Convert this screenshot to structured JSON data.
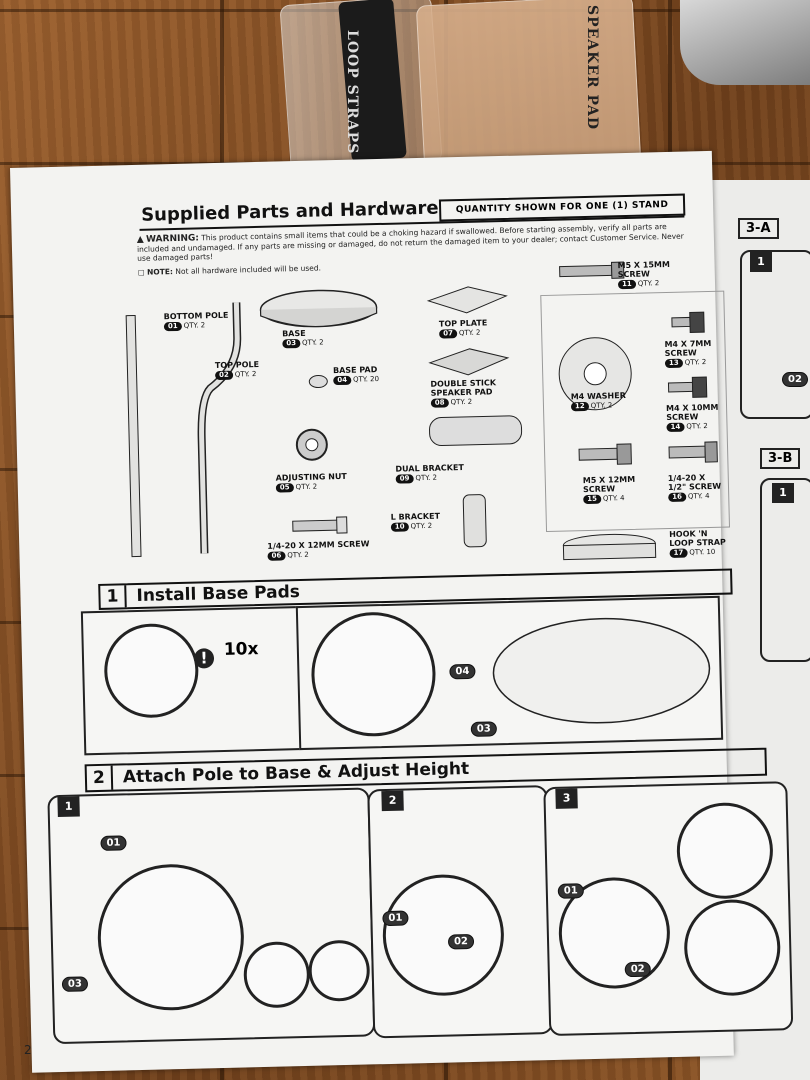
{
  "bags": {
    "straps_label": "LOOP STRAPS",
    "pad_label": "SPEAKER PAD"
  },
  "manual": {
    "title": "Supplied Parts and Hardware",
    "quantity_note": "QUANTITY SHOWN FOR ONE (1) STAND",
    "warning_label": "WARNING:",
    "warning_text": "This product contains small items that could be a choking hazard if swallowed. Before starting assembly, verify all parts are included and undamaged. If any parts are missing or damaged, do not return the damaged item to your dealer; contact Customer Service. Never use damaged parts!",
    "note_label": "NOTE:",
    "note_text": "Not all hardware included will be used.",
    "parts": [
      {
        "num": "01",
        "name": "BOTTOM POLE",
        "qty": "qty. 2"
      },
      {
        "num": "02",
        "name": "TOP POLE",
        "qty": "qty. 2"
      },
      {
        "num": "03",
        "name": "BASE",
        "qty": "qty. 2"
      },
      {
        "num": "04",
        "name": "BASE PAD",
        "qty": "qty. 20"
      },
      {
        "num": "05",
        "name": "ADJUSTING NUT",
        "qty": "qty. 2"
      },
      {
        "num": "06",
        "name": "1/4-20 X 12MM SCREW",
        "qty": "qty. 2"
      },
      {
        "num": "07",
        "name": "TOP PLATE",
        "qty": "qty. 2"
      },
      {
        "num": "08",
        "name": "DOUBLE STICK SPEAKER PAD",
        "qty": "qty. 2"
      },
      {
        "num": "09",
        "name": "DUAL BRACKET",
        "qty": "qty. 2"
      },
      {
        "num": "10",
        "name": "L BRACKET",
        "qty": "qty. 2"
      },
      {
        "num": "11",
        "name": "M5 X 15MM SCREW",
        "qty": "qty. 2"
      },
      {
        "num": "12",
        "name": "M4 WASHER",
        "qty": "qty. 2"
      },
      {
        "num": "13",
        "name": "M4 X 7MM SCREW",
        "qty": "qty. 2"
      },
      {
        "num": "14",
        "name": "M4 X 10MM SCREW",
        "qty": "qty. 2"
      },
      {
        "num": "15",
        "name": "M5 X 12MM SCREW",
        "qty": "qty. 4"
      },
      {
        "num": "16",
        "name": "1/4-20 X 1/2\" SCREW",
        "qty": "qty. 4"
      },
      {
        "num": "17",
        "name": "HOOK 'N LOOP STRAP",
        "qty": "qty. 10"
      }
    ],
    "section1": {
      "num": "1",
      "title": "Install Base Pads",
      "count": "10x",
      "callout_a": "04",
      "callout_b": "03"
    },
    "section2": {
      "num": "2",
      "title": "Attach Pole to Base & Adjust Height",
      "steps": [
        "1",
        "2",
        "3"
      ],
      "callouts": {
        "pole": "01",
        "base": "03",
        "top": "02"
      }
    },
    "side_labels": {
      "a": "3-A",
      "b": "3-B",
      "step": "1",
      "callout": "02"
    },
    "page_number": "2"
  }
}
